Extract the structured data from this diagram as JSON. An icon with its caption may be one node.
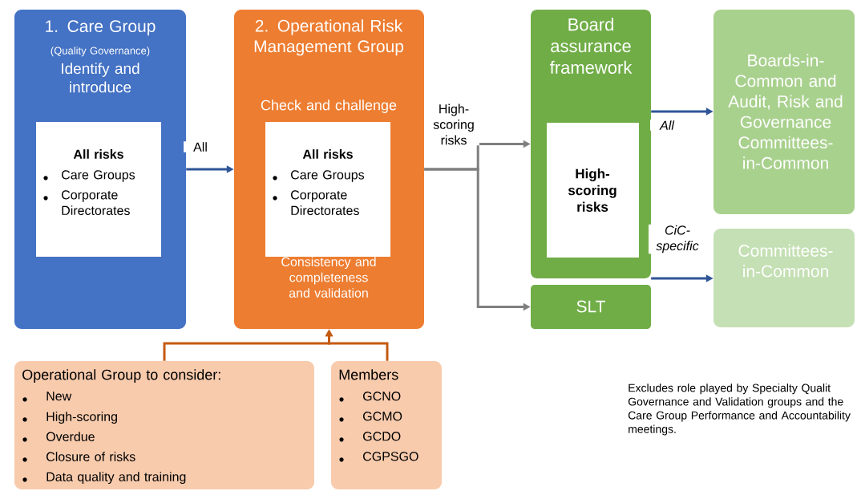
{
  "diagram": {
    "nodes": [
      {
        "text": [
          "1. Care Group",
          "(Quality Governance)",
          "Identify and introduce"
        ]
      },
      {
        "text": [
          "All risks",
          "Care Groups",
          "Corporate Directorates"
        ],
        "in": 0
      },
      {
        "text": [
          "2. Operational Risk Management Group",
          "Check and challenge",
          "Consistency and completeness and validation"
        ]
      },
      {
        "text": [
          "All risks",
          "Care Groups",
          "Corporate Directorates"
        ],
        "in": 2
      },
      {
        "text": [
          "Board assurance framework"
        ]
      },
      {
        "text": [
          "High-scoring risks"
        ],
        "in": 4
      },
      {
        "text": [
          "SLT"
        ]
      },
      {
        "text": [
          "Boards-in-Common and Audit, Risk and Governance Committees-in-Common"
        ]
      },
      {
        "text": [
          "Committees-in-Common"
        ]
      },
      {
        "text": [
          "Operational Group to consider:",
          "New",
          "High-scoring",
          "Overdue",
          "Closure of risks",
          "Data quality and training"
        ]
      },
      {
        "text": [
          "Members",
          "GCNO",
          "GCMO",
          "GCDO",
          "CGPSGO"
        ]
      }
    ],
    "edges": [
      {
        "from": 0,
        "to": 2,
        "arrow": "to",
        "label": "All",
        "color": "#2f5597"
      },
      {
        "from": 2,
        "to": 4,
        "arrow": "to",
        "label": "High-scoring risks",
        "color": "#7f7f7f"
      },
      {
        "from": 2,
        "to": 6,
        "arrow": "to",
        "color": "#7f7f7f"
      },
      {
        "from": 4,
        "to": 7,
        "arrow": "to",
        "label": "All",
        "color": "#2f5597"
      },
      {
        "from": 4,
        "to": 8,
        "arrow": "to",
        "label": "CiC-specific",
        "color": "#2f5597"
      },
      {
        "from": 9,
        "to": 2,
        "arrow": "to",
        "color": "#c55a11"
      },
      {
        "from": 10,
        "to": 2,
        "arrow": "to",
        "color": "#c55a11"
      }
    ],
    "labels": [
      "Excludes role played by Specialty Qualit Governance and Validation groups and the Care Group Performance and Accountability meetings."
    ]
  }
}
